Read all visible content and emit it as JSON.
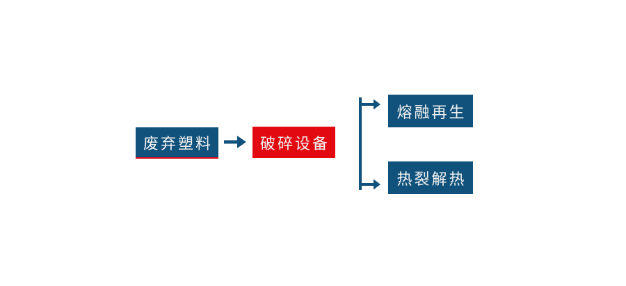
{
  "diagram": {
    "nodes": {
      "waste": {
        "label": "废弃塑料",
        "color": "#11527C"
      },
      "crusher": {
        "label": "破碎设备",
        "color": "#E20A10"
      },
      "melt": {
        "label": "熔融再生",
        "color": "#11527C"
      },
      "pyrolysis": {
        "label": "热裂解热",
        "color": "#11527C"
      }
    },
    "edges": [
      {
        "from": "waste",
        "to": "crusher"
      },
      {
        "from": "crusher",
        "to": "melt"
      },
      {
        "from": "crusher",
        "to": "pyrolysis"
      }
    ],
    "colors": {
      "node_blue": "#11527C",
      "node_red": "#E20A10",
      "arrow": "#11527C",
      "label_text": "#F2F2F2",
      "accent_underline": "#E30613",
      "background": "#FFFFFF"
    }
  }
}
